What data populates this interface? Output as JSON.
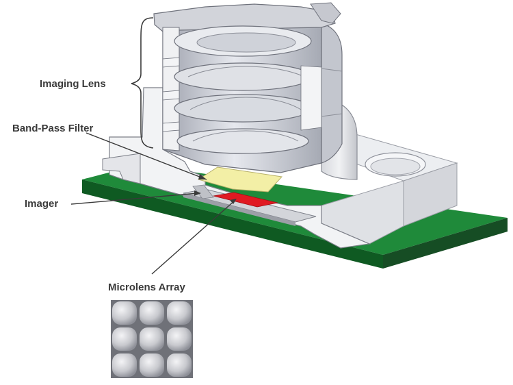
{
  "labels": {
    "imaging_lens": "Imaging Lens",
    "band_pass_filter": "Band-Pass Filter",
    "imager": "Imager",
    "microlens_array": "Microlens Array"
  },
  "colors": {
    "pcb": "#1f8a3a",
    "pcb_side": "#0f5a22",
    "housing_light": "#e8e9ec",
    "housing_mid": "#c9cbd1",
    "housing_dark": "#8d9099",
    "lens_glass": "#b9bcc6",
    "filter": "#f3efa6",
    "imager": "#e01a22",
    "imager_die": "#d3d5da",
    "leader": "#3a3a3a"
  }
}
